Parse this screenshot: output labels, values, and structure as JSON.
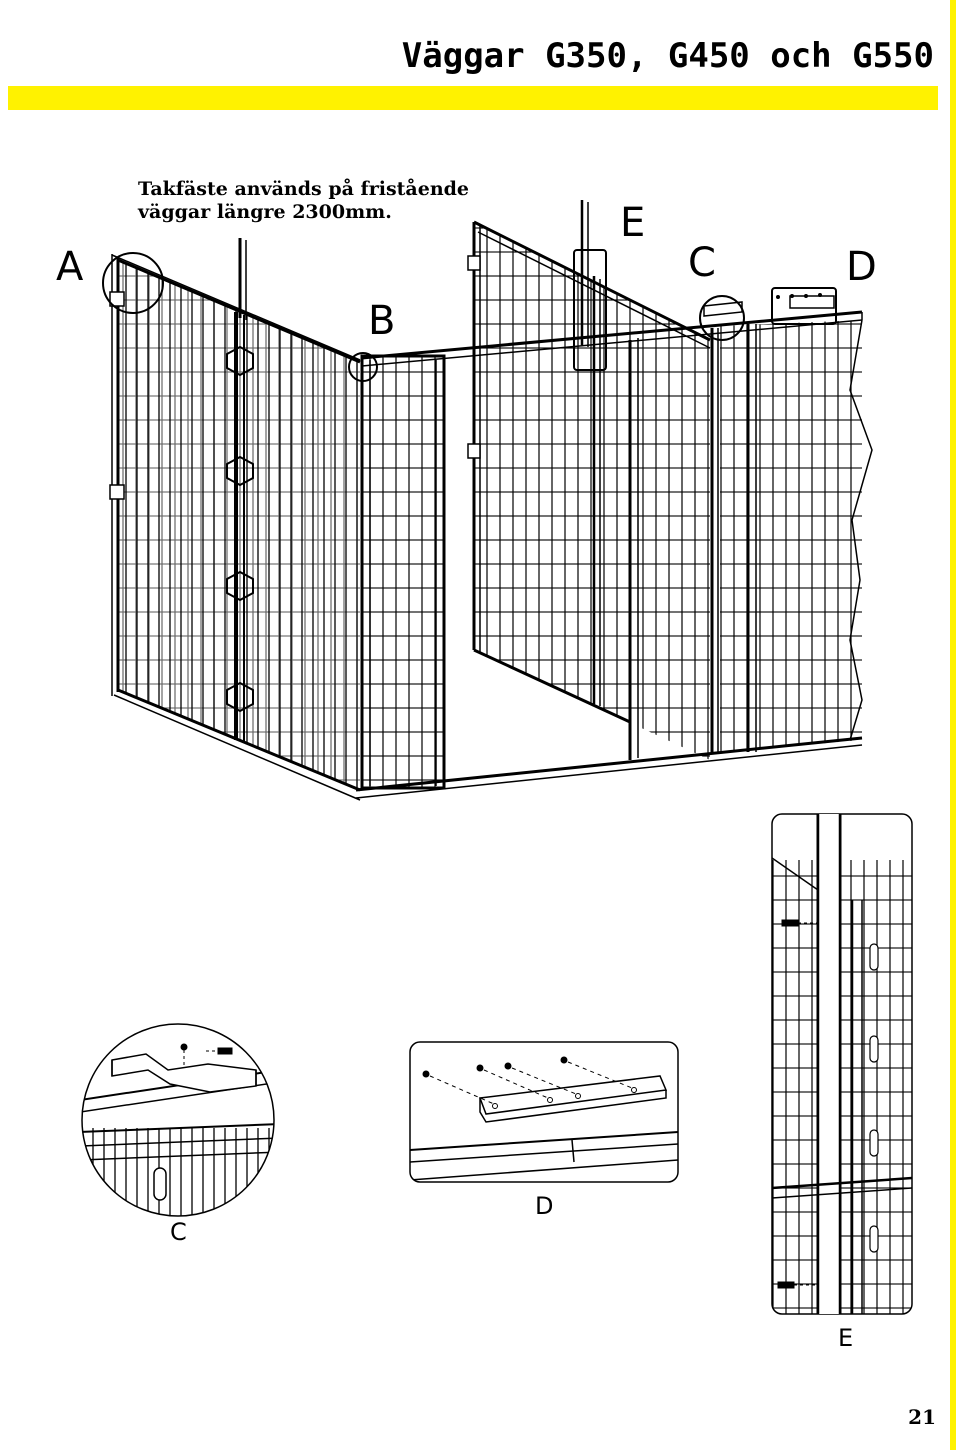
{
  "header": {
    "title": "Väggar G350, G450 och G550"
  },
  "note": {
    "line1": "Takfäste används på fristående",
    "line2": "väggar längre 2300mm."
  },
  "callouts": {
    "a": "A",
    "b": "B",
    "c": "C",
    "d": "D",
    "e": "E"
  },
  "details": {
    "c": "C",
    "d": "D",
    "e": "E"
  },
  "footer": {
    "page_number": "21"
  },
  "colors": {
    "accent": "#fff200"
  }
}
